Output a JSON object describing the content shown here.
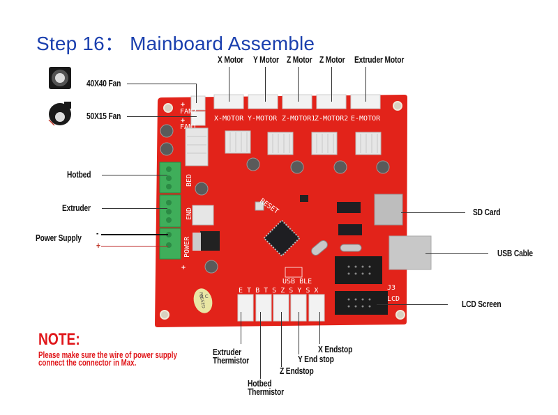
{
  "title": "Step 16： Mainboard Assemble",
  "fans": [
    {
      "label": "40X40 Fan",
      "icon": "axial-fan-icon"
    },
    {
      "label": "50X15 Fan",
      "icon": "blower-fan-icon"
    }
  ],
  "top_labels": [
    "X Motor",
    "Y Motor",
    "Z Motor",
    "Z Motor",
    "Extruder Motor"
  ],
  "left_labels": {
    "hotbed": "Hotbed",
    "extruder": "Extruder",
    "power_supply": "Power Supply",
    "minus": "-",
    "plus": "+"
  },
  "right_labels": {
    "sd_card": "SD Card",
    "usb_cable": "USB Cable",
    "lcd_screen": "LCD Screen"
  },
  "bottom_labels": {
    "extruder_thermistor": [
      "Extruder",
      "Thermistor"
    ],
    "hotbed_thermistor": [
      "Hotbed",
      "Thermistor"
    ],
    "z_endstop": "Z Endstop",
    "y_endstop": "Y End stop",
    "x_endstop": "X Endstop"
  },
  "board_silkscreen": {
    "motors": [
      "X-MOTOR",
      "Y-MOTOR",
      "Z-MOTOR1",
      "Z-MOTOR2",
      "E-MOTOR"
    ],
    "fan2": "FAN2",
    "fan1": "FAN1",
    "bed": "BED",
    "end": "END",
    "power": "POWER",
    "reset": "RESET",
    "usb_ble": "USB BLE",
    "endstop_pins": "E T B T S Z S Y S X",
    "j3": "J3",
    "lcd": "LCD",
    "qc": [
      "Q C",
      "PASSED"
    ]
  },
  "note": {
    "title": "NOTE:",
    "text": "Please make sure the wire of power supply connect the connector in Max."
  },
  "colors": {
    "title": "#1a3fae",
    "board": "#e2231a",
    "note": "#e0161a",
    "terminal": "#3fae5a"
  }
}
